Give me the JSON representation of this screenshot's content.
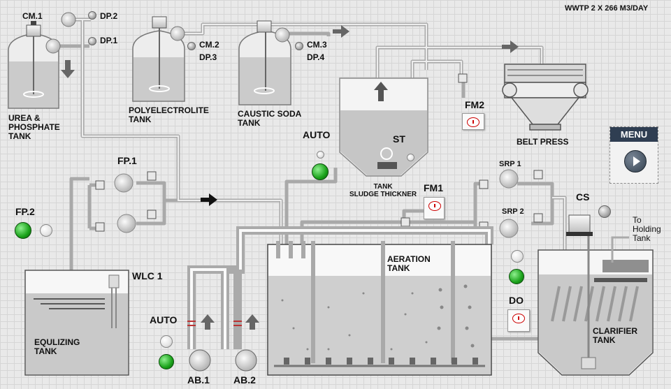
{
  "header": {
    "title": "WWTP 2 X 266 M3/DAY"
  },
  "menu": {
    "label": "MENU"
  },
  "tanks": {
    "urea": "UREA &\nPHOSPHATE\nTANK",
    "poly": "POLYELECTROLITE\nTANK",
    "caustic": "CAUSTIC SODA\nTANK",
    "st": "ST",
    "thickener": "TANK\nSLUDGE THICKNER",
    "belt_press": "BELT PRESS",
    "equalizing": "EQULIZING\nTANK",
    "aeration": "AERATION\nTANK",
    "clarifier": "CLARIFIER\nTANK",
    "holding": "To\nHolding\nTank"
  },
  "equipment": {
    "cm1": "CM.1",
    "dp2": "DP.2",
    "dp1": "DP.1",
    "cm2": "CM.2",
    "dp3": "DP.3",
    "cm3": "CM.3",
    "dp4": "DP.4",
    "fm2": "FM2",
    "fm1": "FM1",
    "fp1": "FP.1",
    "fp2": "FP.2",
    "srp1": "SRP 1",
    "srp2": "SRP 2",
    "cs": "CS",
    "wlc1": "WLC 1",
    "do": "DO",
    "ab1": "AB.1",
    "ab2": "AB.2"
  },
  "modes": {
    "auto_st": "AUTO",
    "auto_ab": "AUTO"
  },
  "colors": {
    "pipe": "#c8c8c8",
    "liquid": "#c9c9c9",
    "green_led": "#1aa21a",
    "menu_bg": "#2f3e52"
  }
}
